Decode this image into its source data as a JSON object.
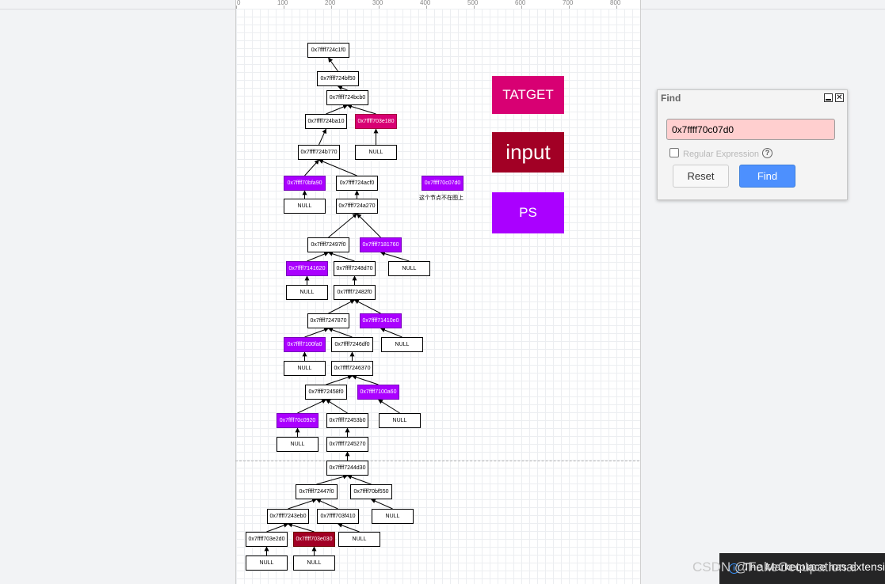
{
  "ruler": {
    "labels": [
      "0",
      "100",
      "200",
      "300",
      "400",
      "500",
      "600",
      "700",
      "800"
    ]
  },
  "legend": [
    {
      "id": "target",
      "label": "TATGET",
      "color": "#d80073"
    },
    {
      "id": "input",
      "label": "input",
      "color": "#a20025"
    },
    {
      "id": "ps",
      "label": "PS",
      "color": "#aa00ff"
    }
  ],
  "diagram": {
    "nodes": [
      {
        "id": "n1",
        "label": "0x7ffff724c1f0",
        "style": "plain"
      },
      {
        "id": "n2",
        "label": "0x7ffff724bf50",
        "style": "plain"
      },
      {
        "id": "n3",
        "label": "0x7ffff724bcb0",
        "style": "plain"
      },
      {
        "id": "n4",
        "label": "0x7ffff724ba10",
        "style": "plain"
      },
      {
        "id": "n5",
        "label": "0x7ffff703e180",
        "style": "pink"
      },
      {
        "id": "n6",
        "label": "0x7ffff724b770",
        "style": "plain"
      },
      {
        "id": "n7",
        "label": "NULL",
        "style": "plain"
      },
      {
        "id": "n8",
        "label": "0x7ffff70bfa90",
        "style": "purple"
      },
      {
        "id": "n9",
        "label": "0x7ffff724acf0",
        "style": "plain"
      },
      {
        "id": "n10",
        "label": "0x7ffff70c07d0",
        "style": "purple"
      },
      {
        "id": "n11",
        "label": "NULL",
        "style": "plain"
      },
      {
        "id": "n12",
        "label": "0x7ffff724a270",
        "style": "plain"
      },
      {
        "id": "n13",
        "label": "0x7ffff72497f0",
        "style": "plain"
      },
      {
        "id": "n14",
        "label": "0x7ffff7181760",
        "style": "purple"
      },
      {
        "id": "n15",
        "label": "0x7ffff7141620",
        "style": "purple"
      },
      {
        "id": "n16",
        "label": "0x7ffff7248d70",
        "style": "plain"
      },
      {
        "id": "n17",
        "label": "NULL",
        "style": "plain"
      },
      {
        "id": "n18",
        "label": "NULL",
        "style": "plain"
      },
      {
        "id": "n19",
        "label": "0x7ffff72482f0",
        "style": "plain"
      },
      {
        "id": "n20",
        "label": "0x7ffff7247870",
        "style": "plain"
      },
      {
        "id": "n21",
        "label": "0x7ffff71410e0",
        "style": "purple"
      },
      {
        "id": "n22",
        "label": "0x7ffff7100fa0",
        "style": "purple"
      },
      {
        "id": "n23",
        "label": "0x7ffff7246df0",
        "style": "plain"
      },
      {
        "id": "n24",
        "label": "NULL",
        "style": "plain"
      },
      {
        "id": "n25",
        "label": "NULL",
        "style": "plain"
      },
      {
        "id": "n26",
        "label": "0x7ffff7246370",
        "style": "plain"
      },
      {
        "id": "n27",
        "label": "0x7ffff72458f0",
        "style": "plain"
      },
      {
        "id": "n28",
        "label": "0x7ffff7100a60",
        "style": "purple"
      },
      {
        "id": "n29",
        "label": "0x7ffff70c0920",
        "style": "purple"
      },
      {
        "id": "n30",
        "label": "0x7ffff72453b0",
        "style": "plain"
      },
      {
        "id": "n31",
        "label": "NULL",
        "style": "plain"
      },
      {
        "id": "n32",
        "label": "NULL",
        "style": "plain"
      },
      {
        "id": "n33",
        "label": "0x7ffff7245270",
        "style": "plain"
      },
      {
        "id": "n34",
        "label": "0x7ffff7244d30",
        "style": "plain"
      },
      {
        "id": "n35",
        "label": "0x7ffff72447f0",
        "style": "plain"
      },
      {
        "id": "n36",
        "label": "0x7ffff70bf550",
        "style": "plain"
      },
      {
        "id": "n37",
        "label": "0x7ffff7243eb0",
        "style": "plain"
      },
      {
        "id": "n38",
        "label": "0x7ffff703f410",
        "style": "plain"
      },
      {
        "id": "n39",
        "label": "NULL",
        "style": "plain"
      },
      {
        "id": "n40",
        "label": "0x7ffff703e2d0",
        "style": "plain"
      },
      {
        "id": "n41",
        "label": "0x7ffff703e030",
        "style": "dark"
      },
      {
        "id": "n42",
        "label": "NULL",
        "style": "plain"
      },
      {
        "id": "n43",
        "label": "NULL",
        "style": "plain"
      },
      {
        "id": "n44",
        "label": "NULL",
        "style": "plain"
      }
    ],
    "edges": [
      [
        "n2",
        "n1"
      ],
      [
        "n3",
        "n2"
      ],
      [
        "n4",
        "n3"
      ],
      [
        "n5",
        "n3"
      ],
      [
        "n6",
        "n4"
      ],
      [
        "n7",
        "n5"
      ],
      [
        "n8",
        "n6"
      ],
      [
        "n9",
        "n6"
      ],
      [
        "n11",
        "n8"
      ],
      [
        "n12",
        "n9"
      ],
      [
        "n13",
        "n12"
      ],
      [
        "n14",
        "n12"
      ],
      [
        "n15",
        "n13"
      ],
      [
        "n16",
        "n13"
      ],
      [
        "n17",
        "n14"
      ],
      [
        "n18",
        "n15"
      ],
      [
        "n19",
        "n16"
      ],
      [
        "n20",
        "n19"
      ],
      [
        "n21",
        "n19"
      ],
      [
        "n22",
        "n20"
      ],
      [
        "n23",
        "n20"
      ],
      [
        "n24",
        "n21"
      ],
      [
        "n25",
        "n22"
      ],
      [
        "n26",
        "n23"
      ],
      [
        "n27",
        "n26"
      ],
      [
        "n28",
        "n26"
      ],
      [
        "n29",
        "n27"
      ],
      [
        "n30",
        "n27"
      ],
      [
        "n31",
        "n28"
      ],
      [
        "n32",
        "n29"
      ],
      [
        "n33",
        "n30"
      ],
      [
        "n34",
        "n33"
      ],
      [
        "n35",
        "n34"
      ],
      [
        "n36",
        "n34"
      ],
      [
        "n37",
        "n35"
      ],
      [
        "n38",
        "n35"
      ],
      [
        "n39",
        "n36"
      ],
      [
        "n40",
        "n37"
      ],
      [
        "n41",
        "n37"
      ],
      [
        "n42",
        "n38"
      ],
      [
        "n43",
        "n40"
      ],
      [
        "n44",
        "n41"
      ]
    ],
    "note": "这个节点不在图上"
  },
  "find_dialog": {
    "title": "Find",
    "query": "0x7ffff70c07d0",
    "regex_label": "Regular Expression",
    "regex_checked": false,
    "help_glyph": "?",
    "reset_label": "Reset",
    "find_label": "Find",
    "minimize_glyph": "",
    "close_glyph": "✕"
  },
  "notification": {
    "text": "The Marketplace has extensions"
  },
  "watermark": "CSDN @FakeOccupational"
}
